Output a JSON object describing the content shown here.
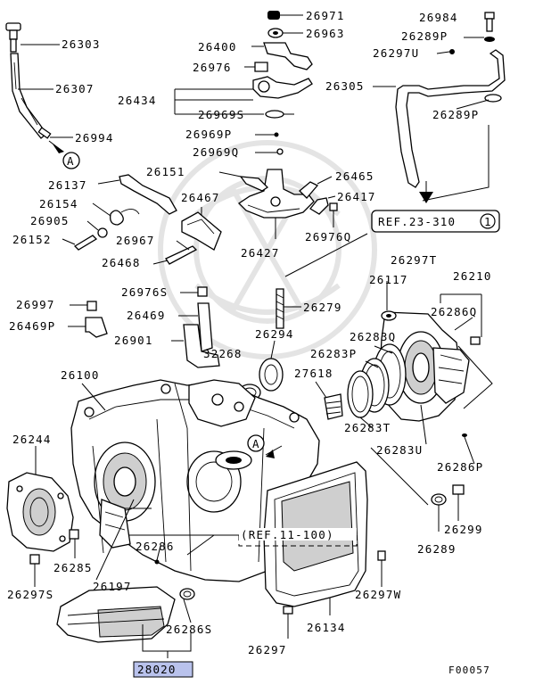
{
  "diagram_id": "F00057",
  "selected_part": "28020",
  "ref_labels": {
    "ref_23_310": "REF.23-310",
    "ref_23_310_circle": "1",
    "ref_11_100": "(REF.11-100)"
  },
  "marker_letter": "A",
  "part_numbers": [
    "26971",
    "26963",
    "26984",
    "26289P",
    "26303",
    "26400",
    "26297U",
    "26976",
    "26307",
    "26305",
    "26434",
    "26969S",
    "26289P",
    "26994",
    "26969P",
    "26969Q",
    "26151",
    "26465",
    "26137",
    "26467",
    "26417",
    "26154",
    "26905",
    "26152",
    "26427",
    "26967",
    "26976Q",
    "26468",
    "26297T",
    "26117",
    "26210",
    "26976S",
    "26997",
    "26279",
    "26469",
    "26286Q",
    "26469P",
    "26901",
    "26294",
    "26283Q",
    "32268",
    "26283P",
    "27618",
    "26100",
    "26283T",
    "26244",
    "26283U",
    "26286P",
    "26286",
    "26299",
    "26285",
    "26289",
    "26297S",
    "26197",
    "26297W",
    "26286S",
    "26134",
    "26297",
    "28020"
  ]
}
